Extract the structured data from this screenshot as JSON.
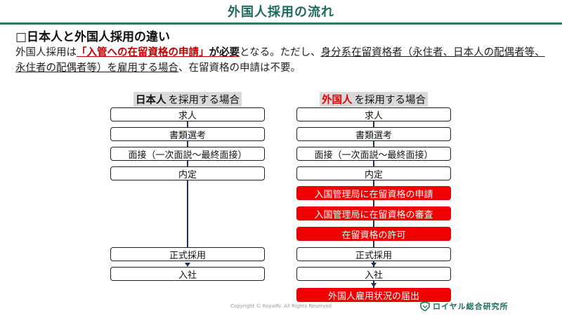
{
  "header": {
    "title": "外国人採用の流れ"
  },
  "section": {
    "heading": "□日本人と外国人採用の違い"
  },
  "intro": {
    "p1": "外国人採用は",
    "p2": "「入管への在留資格の申請」",
    "p3": "が必要",
    "p4": "となる。ただし、",
    "p5": "身分系在留資格者（永住者、日本人の配偶者等、永住者の配偶者等）を雇用する場合",
    "p6": "、在留資格の申請は不要。"
  },
  "left_column": {
    "header_hl": "日本人",
    "header_rest": "を採用する場合",
    "steps": [
      "求人",
      "書類選考",
      "面接（一次面説～最終面接）",
      "内定",
      "正式採用",
      "入社"
    ]
  },
  "right_column": {
    "header_hl": "外国人",
    "header_rest": "を採用する場合",
    "steps": [
      "求人",
      "書類選考",
      "面接（一次面説～最終面接）",
      "内定",
      "入国管理局に在留資格の申請",
      "入国管理局に在留資格の審査",
      "在留資格の許可",
      "正式採用",
      "入社",
      "外国人雇用状況の届出"
    ]
  },
  "colors": {
    "brand_green": "#1e6b5a",
    "highlight_red": "#f00000",
    "line_navy": "#1f2f5a"
  },
  "footer": {
    "copyright": "Copyright © RoyalRi. All Rights Reserved",
    "logo_text": "ロイヤル総合研究所",
    "logo_icon": "crest-icon"
  }
}
